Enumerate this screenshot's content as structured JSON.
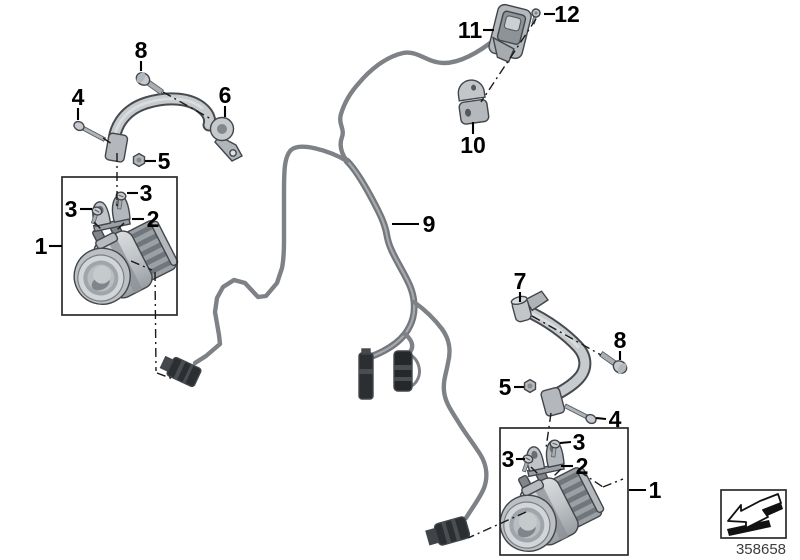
{
  "callouts": [
    {
      "label": "8"
    },
    {
      "label": "4"
    },
    {
      "label": "6"
    },
    {
      "label": "5"
    },
    {
      "label": "3"
    },
    {
      "label": "3"
    },
    {
      "label": "2"
    },
    {
      "label": "1"
    },
    {
      "label": "11"
    },
    {
      "label": "12"
    },
    {
      "label": "10"
    },
    {
      "label": "9"
    },
    {
      "label": "7"
    },
    {
      "label": "8"
    },
    {
      "label": "5"
    },
    {
      "label": "4"
    },
    {
      "label": "3"
    },
    {
      "label": "3"
    },
    {
      "label": "2"
    },
    {
      "label": "1"
    }
  ],
  "footer": {
    "part_number": "358658"
  },
  "icons": {
    "direction_arrow": "arrow-pointing-down-left"
  },
  "colors": {
    "background": "#ffffff",
    "line": "#000000",
    "metal_light": "#d6d9db",
    "metal_mid": "#b6babe",
    "metal_dark": "#6e7479",
    "cable": "#7e8286",
    "connector": "#2c2f32"
  }
}
